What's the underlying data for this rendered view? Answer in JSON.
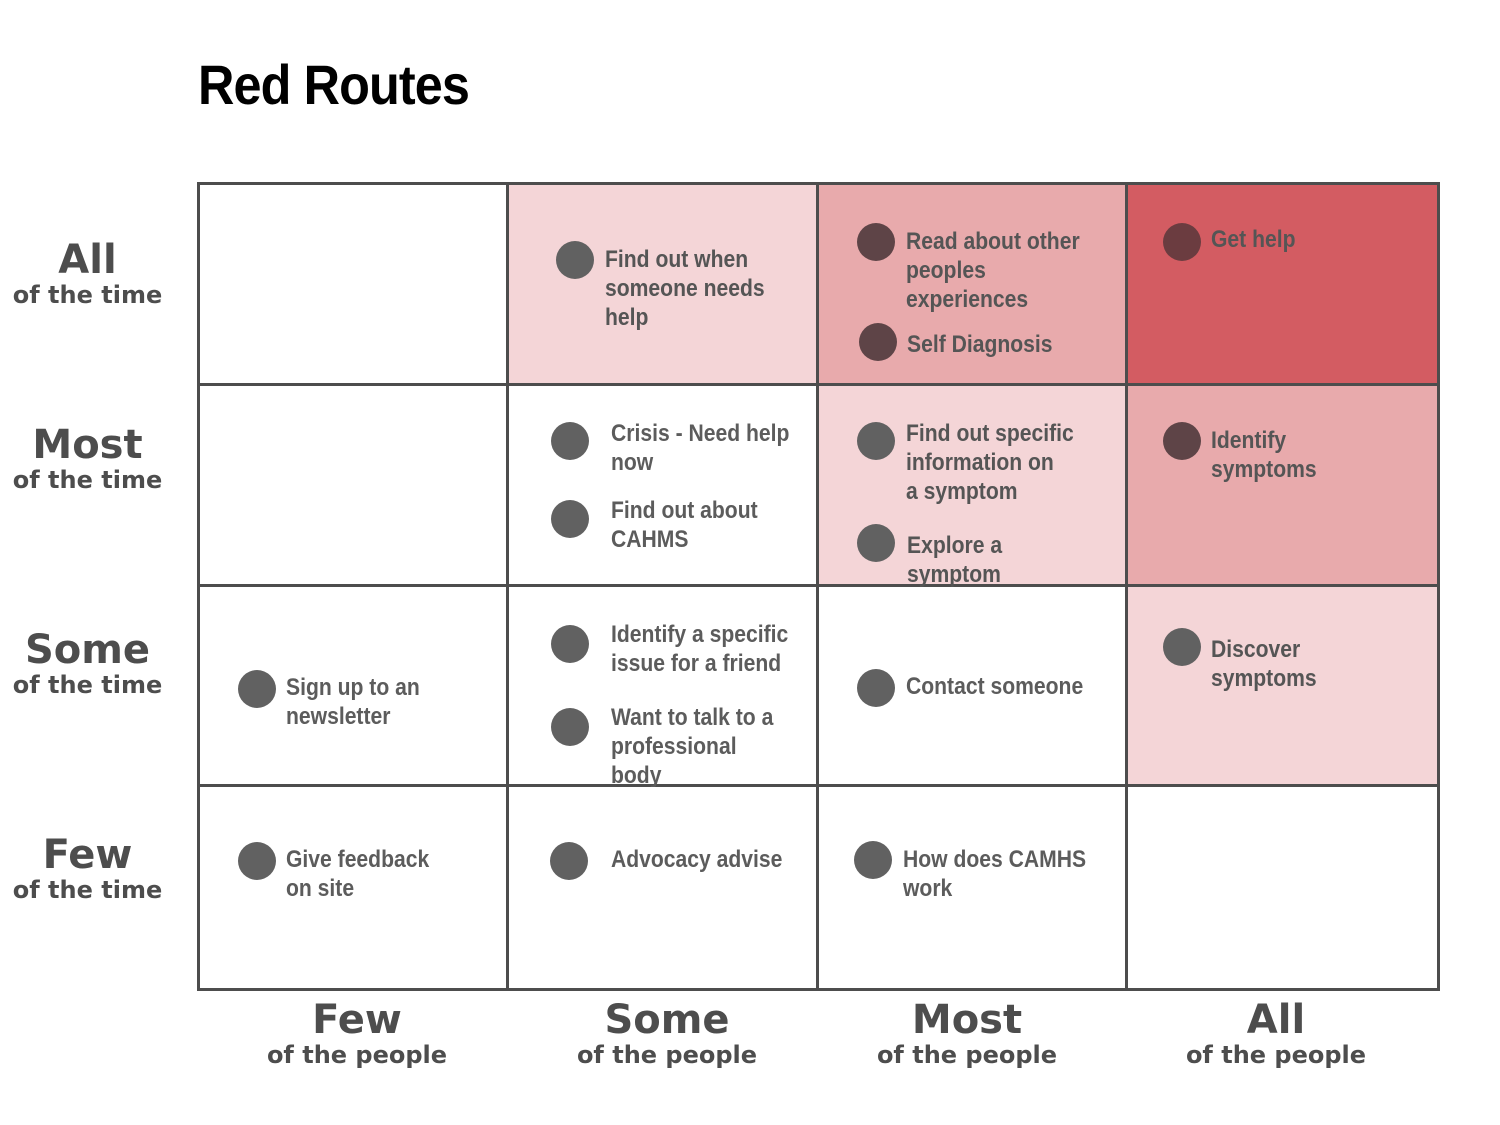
{
  "title": "Red Routes",
  "colors": {
    "white": "#ffffff",
    "light": "#f4d5d7",
    "medium": "#e8aaac",
    "dark": "#d35c62",
    "grid_line": "#4d4d4d",
    "dot": "#616161",
    "dot_dark": "#5e4447"
  },
  "y_axis": [
    {
      "big": "All",
      "small": "of the time"
    },
    {
      "big": "Most",
      "small": "of the time"
    },
    {
      "big": "Some",
      "small": "of the time"
    },
    {
      "big": "Few",
      "small": "of the time"
    }
  ],
  "x_axis": [
    {
      "big": "Few",
      "small": "of the people"
    },
    {
      "big": "Some",
      "small": "of the people"
    },
    {
      "big": "Most",
      "small": "of the people"
    },
    {
      "big": "All",
      "small": "of the people"
    }
  ],
  "cells": [
    [
      {
        "fill": "white",
        "items": []
      },
      {
        "fill": "light",
        "items": [
          {
            "text": "Find out when\nsomeone needs help"
          }
        ]
      },
      {
        "fill": "medium",
        "items": [
          {
            "text": "Read about other\npeoples experiences"
          },
          {
            "text": "Self Diagnosis"
          }
        ]
      },
      {
        "fill": "dark",
        "items": [
          {
            "text": "Get help"
          }
        ]
      }
    ],
    [
      {
        "fill": "white",
        "items": []
      },
      {
        "fill": "white",
        "items": [
          {
            "text": "Crisis - Need help\nnow"
          },
          {
            "text": "Find out about\nCAHMS"
          }
        ]
      },
      {
        "fill": "light",
        "items": [
          {
            "text": "Find out specific\ninformation on\na symptom"
          },
          {
            "text": "Explore a symptom"
          }
        ]
      },
      {
        "fill": "medium",
        "items": [
          {
            "text": "Identify\nsymptoms"
          }
        ]
      }
    ],
    [
      {
        "fill": "white",
        "items": [
          {
            "text": "Sign up to an\nnewsletter"
          }
        ]
      },
      {
        "fill": "white",
        "items": [
          {
            "text": "Identify a specific\nissue for a friend"
          },
          {
            "text": "Want to talk to a\nprofessional body"
          }
        ]
      },
      {
        "fill": "white",
        "items": [
          {
            "text": "Contact someone"
          }
        ]
      },
      {
        "fill": "light",
        "items": [
          {
            "text": "Discover symptoms"
          }
        ]
      }
    ],
    [
      {
        "fill": "white",
        "items": [
          {
            "text": "Give feedback\non site"
          }
        ]
      },
      {
        "fill": "white",
        "items": [
          {
            "text": "Advocacy advise"
          }
        ]
      },
      {
        "fill": "white",
        "items": [
          {
            "text": "How does CAMHS\nwork"
          }
        ]
      },
      {
        "fill": "white",
        "items": []
      }
    ]
  ]
}
